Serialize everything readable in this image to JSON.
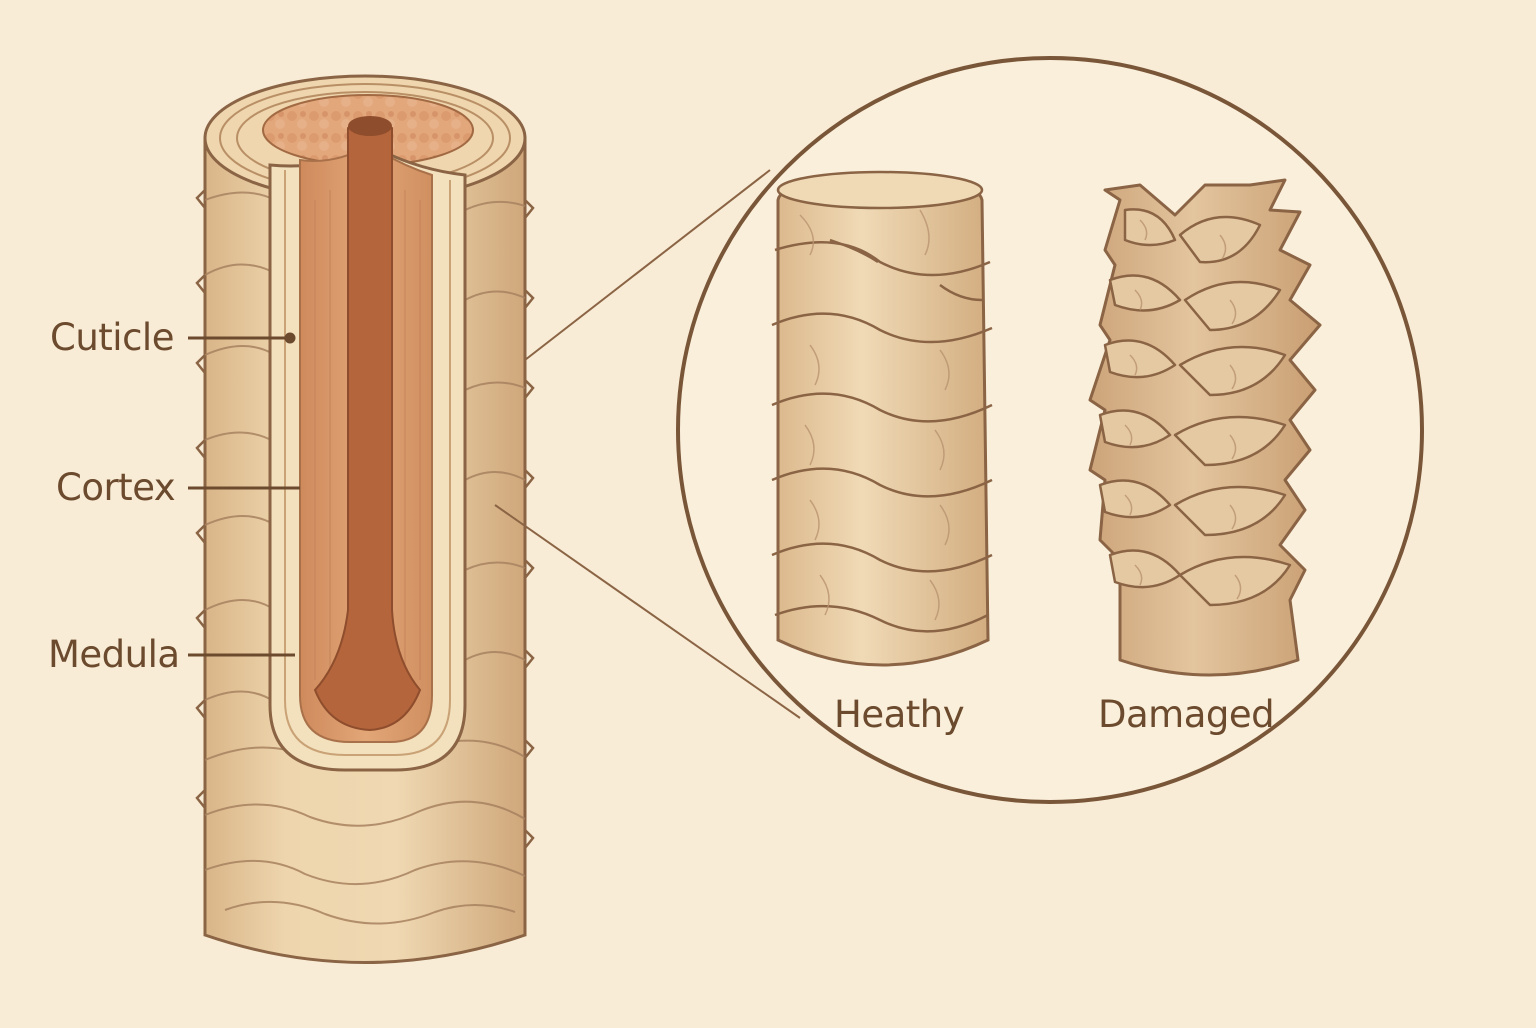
{
  "labels": {
    "cuticle": "Cuticle",
    "cortex": "Cortex",
    "medula": "Medula",
    "healthy": "Heathy",
    "damaged": "Damaged"
  },
  "colors": {
    "background": "#f9ecd6",
    "outline": "#8a6444",
    "cuticle_fill": "#ecd2a8",
    "cortex_fill": "#d99a6a",
    "medulla_fill": "#b8683f",
    "label_text": "#6b4a2e"
  }
}
